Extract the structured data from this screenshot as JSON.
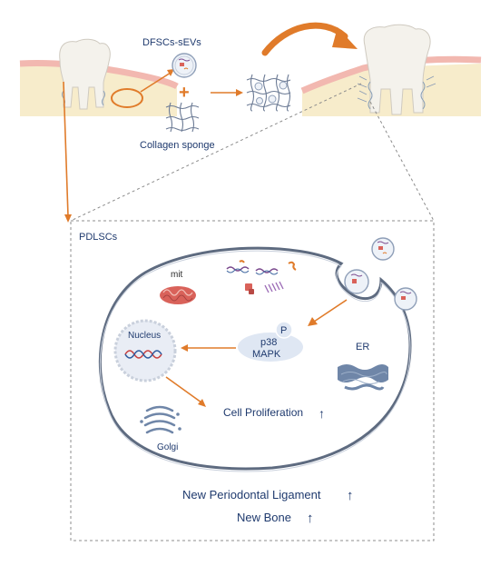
{
  "labels": {
    "vesicles": "DFSCs-sEVs",
    "sponge": "Collagen sponge",
    "plus": "+",
    "cell_type": "PDLSCs",
    "mitochondria": "mit",
    "nucleus": "Nucleus",
    "phospho": "P",
    "kinase_line1": "p38",
    "kinase_line2": "MAPK",
    "er": "ER",
    "golgi": "Golgi",
    "proliferation": "Cell Proliferation",
    "ligament": "New Periodontal Ligament",
    "bone": "New Bone",
    "up_arrow": "↑"
  },
  "colors": {
    "orange": "#e07b2a",
    "navy": "#1f3a6e",
    "gum_pink": "#f2b8b0",
    "bone_yellow": "#f7eccb",
    "tooth": "#f4f2ec",
    "mit_red": "#d9625a",
    "er_blue": "#6f86a8",
    "nucleus_fill": "#e9edf5",
    "kinase_fill": "#dfe7f3"
  }
}
